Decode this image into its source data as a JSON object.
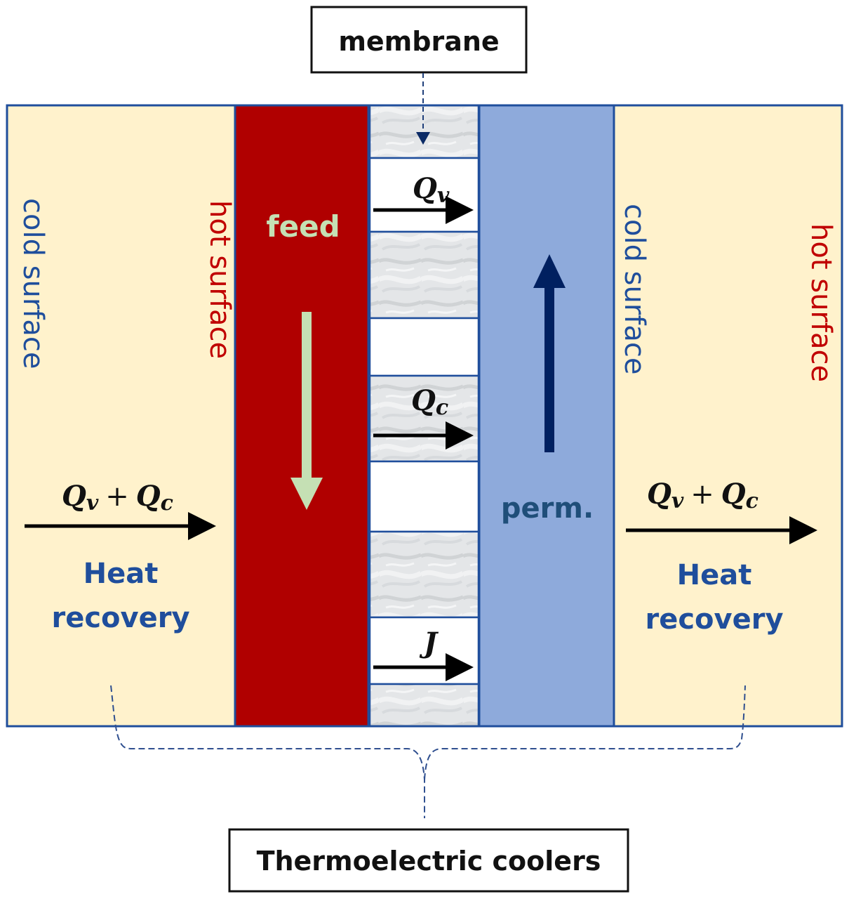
{
  "colors": {
    "cold_bg": "#fff2cc",
    "feed_bg": "#b00000",
    "perm_bg": "#8eaadb",
    "border": "#1f4e9c",
    "cold_text": "#1f4e9c",
    "hot_text": "#c00000",
    "feed_text": "#c5e0b4",
    "feed_arrow": "#c5e0b4",
    "perm_arrow": "#002060",
    "perm_text": "#1f4e79",
    "connector": "#2f4f8f"
  },
  "callouts": {
    "membrane": "membrane",
    "thermoelectric": "Thermoelectric coolers"
  },
  "left_zone": {
    "cold_surface": "cold surface",
    "hot_surface": "hot surface",
    "flux_left": "Q",
    "flux_left_sub": "v",
    "flux_plus": "+",
    "flux_right": "Q",
    "flux_right_sub": "c",
    "heat_line1": "Heat",
    "heat_line2": "recovery"
  },
  "feed_channel": {
    "label": "feed",
    "arrow": "down-arrow"
  },
  "membrane_zone": {
    "fluxes": [
      {
        "symbol": "Q",
        "sub": "v"
      },
      {
        "symbol": "Q",
        "sub": "c"
      },
      {
        "symbol": "J",
        "sub": ""
      }
    ]
  },
  "perm_channel": {
    "label": "perm.",
    "arrow": "up-arrow"
  },
  "right_zone": {
    "cold_surface": "cold surface",
    "hot_surface": "hot surface",
    "flux_left": "Q",
    "flux_left_sub": "v",
    "flux_plus": "+",
    "flux_right": "Q",
    "flux_right_sub": "c",
    "heat_line1": "Heat",
    "heat_line2": "recovery"
  }
}
